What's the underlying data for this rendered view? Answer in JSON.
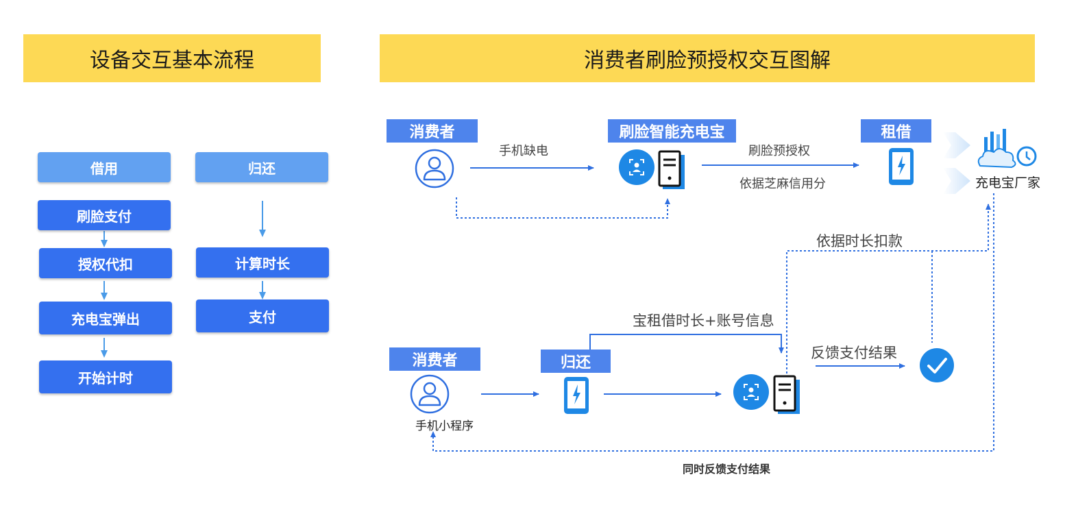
{
  "left_panel": {
    "title": "设备交互基本流程",
    "borrow_header": "借用",
    "return_header": "归还",
    "borrow_steps": [
      "刷脸支付",
      "授权代扣",
      "充电宝弹出",
      "开始计时"
    ],
    "return_steps": [
      "计算时长",
      "支付"
    ]
  },
  "right_panel": {
    "title": "消费者刷脸预授权交互图解",
    "top_flow": {
      "consumer_tag": "消费者",
      "device_tag": "刷脸智能充电宝",
      "rent_tag": "租借",
      "edge_low_battery": "手机缺电",
      "edge_preauth": "刷脸预授权",
      "edge_credit": "依据芝麻信用分",
      "manufacturer": "充电宝厂家"
    },
    "bottom_flow": {
      "consumer_tag": "消费者",
      "return_tag": "归还",
      "mini_program": "手机小程序",
      "edge_rental_info": "宝租借时长+账号信息",
      "edge_deduct": "依据时长扣款",
      "edge_feedback": "反馈支付结果",
      "edge_feedback_both": "同时反馈支付结果"
    }
  },
  "colors": {
    "banner": "#FDD955",
    "step_light": "#62A1F1",
    "step_dark": "#3470EF",
    "tag": "#4E84EC",
    "accent": "#1E88E5",
    "line": "#2F6FE0"
  },
  "icons": [
    "user-icon",
    "face-scan-icon",
    "power-bank-station-icon",
    "phone-charging-icon",
    "cloud-data-icon",
    "clock-icon",
    "check-icon"
  ]
}
